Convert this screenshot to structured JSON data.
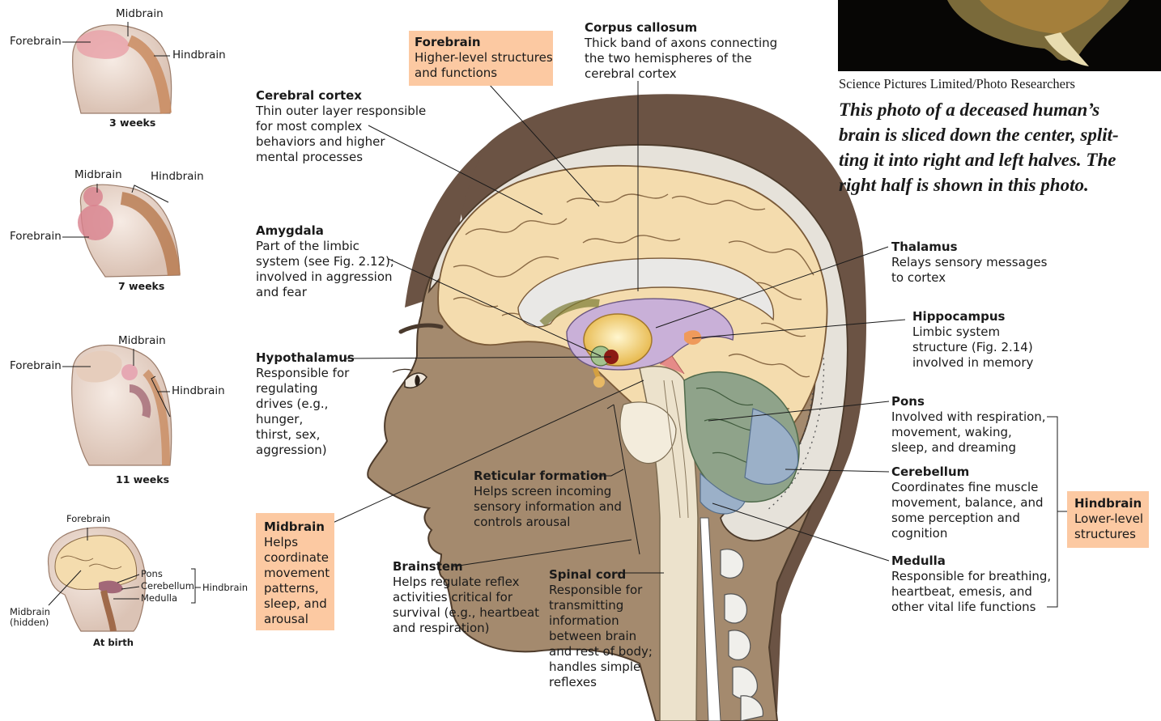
{
  "embryo": {
    "w3": {
      "forebrain": "Forebrain",
      "midbrain": "Midbrain",
      "hindbrain": "Hindbrain",
      "stage": "3 weeks"
    },
    "w7": {
      "forebrain": "Forebrain",
      "midbrain": "Midbrain",
      "hindbrain": "Hindbrain",
      "stage": "7 weeks"
    },
    "w11": {
      "forebrain": "Forebrain",
      "midbrain": "Midbrain",
      "hindbrain": "Hindbrain",
      "stage": "11 weeks"
    },
    "birth": {
      "forebrain": "Forebrain",
      "midbrain_line1": "Midbrain",
      "midbrain_line2": "(hidden)",
      "pons": "Pons",
      "cerebellum": "Cerebellum",
      "medulla": "Medulla",
      "hindbrain": "Hindbrain",
      "stage": "At birth"
    }
  },
  "labels": {
    "forebrain": {
      "title": "Forebrain",
      "lines": [
        "Higher-level structures",
        "and functions"
      ]
    },
    "corpus_callosum": {
      "title": "Corpus callosum",
      "lines": [
        "Thick band of axons connecting",
        "the two hemispheres of the",
        "cerebral cortex"
      ]
    },
    "cerebral_cortex": {
      "title": "Cerebral cortex",
      "lines": [
        "Thin outer layer responsible",
        "for most complex",
        "behaviors and higher",
        "mental processes"
      ]
    },
    "amygdala": {
      "title": "Amygdala",
      "lines": [
        "Part of the limbic",
        "system (see Fig. 2.12);",
        "involved in aggression",
        "and fear"
      ]
    },
    "hypothalamus": {
      "title": "Hypothalamus",
      "lines": [
        "Responsible for",
        "regulating",
        "drives (e.g.,",
        "hunger,",
        "thirst, sex,",
        "aggression)"
      ]
    },
    "midbrain": {
      "title": "Midbrain",
      "lines": [
        "Helps",
        "coordinate",
        "movement",
        "patterns,",
        "sleep, and",
        "arousal"
      ]
    },
    "reticular_formation": {
      "title": "Reticular formation",
      "lines": [
        "Helps screen incoming",
        "sensory information and",
        "controls arousal"
      ]
    },
    "brainstem": {
      "title": "Brainstem",
      "lines": [
        "Helps regulate reflex",
        "activities critical for",
        "survival (e.g., heartbeat",
        "and respiration)"
      ]
    },
    "spinal_cord": {
      "title": "Spinal cord",
      "lines": [
        "Responsible for",
        "transmitting",
        "information",
        "between brain",
        "and rest of body;",
        "handles simple",
        "reflexes"
      ]
    },
    "thalamus": {
      "title": "Thalamus",
      "lines": [
        "Relays sensory messages",
        "to cortex"
      ]
    },
    "hippocampus": {
      "title": "Hippocampus",
      "lines": [
        "Limbic system",
        "structure (Fig. 2.14)",
        "involved in memory"
      ]
    },
    "pons": {
      "title": "Pons",
      "lines": [
        "Involved with respiration,",
        "movement, waking,",
        "sleep, and dreaming"
      ]
    },
    "cerebellum": {
      "title": "Cerebellum",
      "lines": [
        "Coordinates fine muscle",
        "movement, balance, and",
        "some perception and",
        "cognition"
      ]
    },
    "medulla": {
      "title": "Medulla",
      "lines": [
        "Responsible for breathing,",
        "heartbeat, emesis, and",
        "other vital life functions"
      ]
    },
    "hindbrain": {
      "title": "Hindbrain",
      "lines": [
        "Lower-level",
        "structures"
      ]
    }
  },
  "photo": {
    "credit": "Science Pictures Limited/Photo Researchers",
    "caption_lines": [
      "This photo of a deceased human’s",
      "brain is sliced down the center, split-",
      "ting it into right and left halves. The",
      "right half is shown in this photo."
    ]
  },
  "colors": {
    "highlight_box": "#fcc9a2",
    "skin": "#a48a6e",
    "hair": "#6b5344",
    "cortex": "#f4dcae",
    "limbic": "#c9b0d8",
    "cerebellum": "#8fa38a",
    "brainstem": "#ece2cc"
  }
}
